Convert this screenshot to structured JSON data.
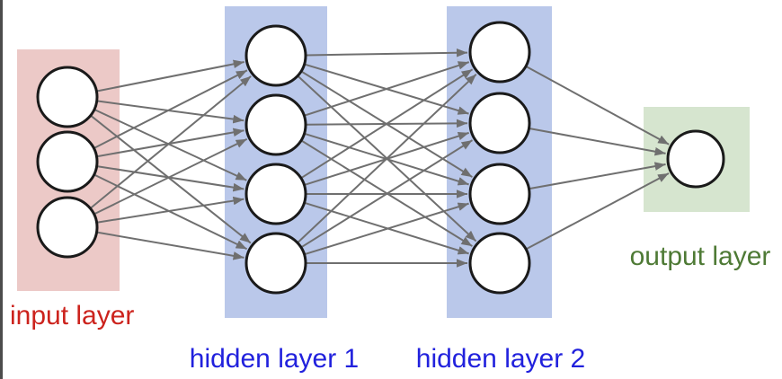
{
  "diagram": {
    "type": "neural-network",
    "connectivity": "fully-connected between consecutive layers",
    "edge_color": "#6f6f6f",
    "node_fill": "#ffffff",
    "node_stroke": "#1a1a1a",
    "layers": [
      {
        "name": "input",
        "label": "input layer",
        "label_color": "#cc231d",
        "band_color": "#ecc9c7",
        "num_nodes": 3
      },
      {
        "name": "hidden-1",
        "label": "hidden layer 1",
        "label_color": "#2121dd",
        "band_color": "#bac8ea",
        "num_nodes": 4
      },
      {
        "name": "hidden-2",
        "label": "hidden layer 2",
        "label_color": "#2121dd",
        "band_color": "#bac8ea",
        "num_nodes": 4
      },
      {
        "name": "output",
        "label": "output layer",
        "label_color": "#4e7a35",
        "band_color": "#d6e5cf",
        "num_nodes": 1
      }
    ]
  }
}
